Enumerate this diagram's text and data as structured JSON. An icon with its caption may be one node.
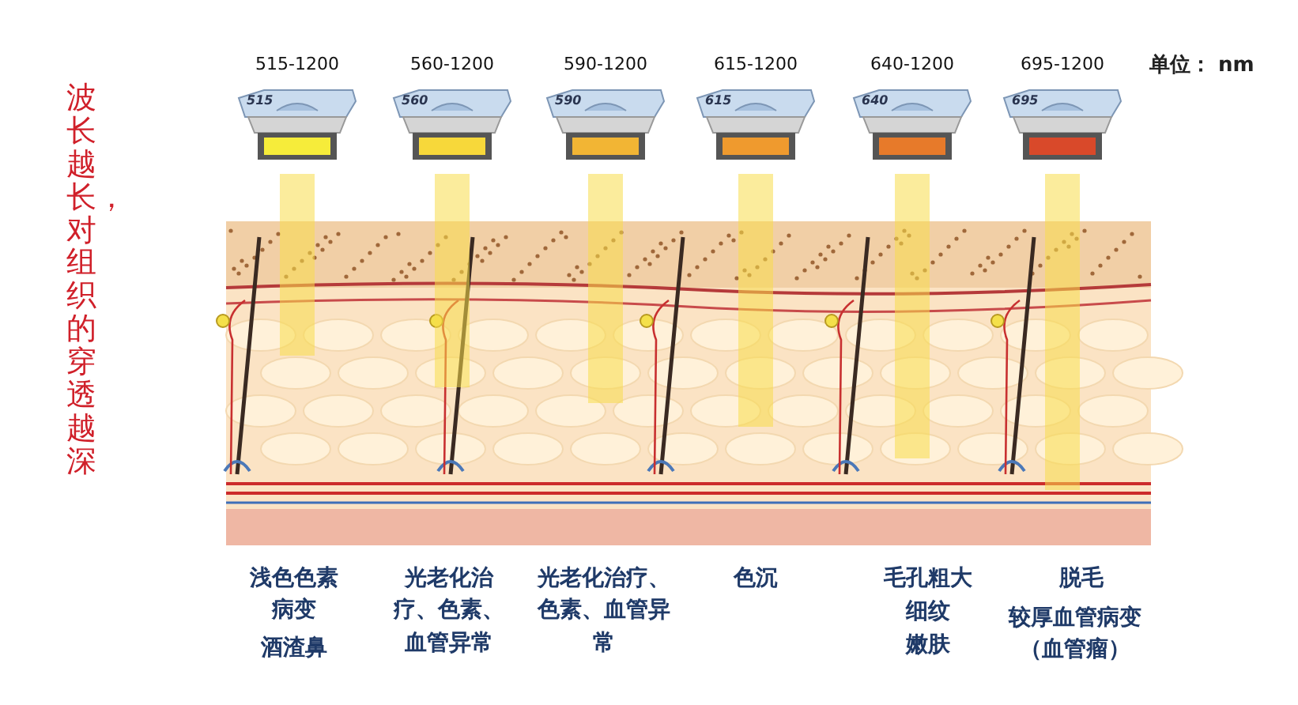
{
  "diagram": {
    "nodes": [
      {
        "text": [
          "515"
        ],
        "beside": [
          "515-1200"
        ]
      },
      {
        "text": [
          "560"
        ],
        "beside": [
          "560-1200"
        ]
      },
      {
        "text": [
          "590"
        ],
        "beside": [
          "590-1200"
        ]
      },
      {
        "text": [
          "615"
        ],
        "beside": [
          "615-1200"
        ]
      },
      {
        "text": [
          "640"
        ],
        "beside": [
          "640-1200"
        ]
      },
      {
        "text": [
          "695"
        ],
        "beside": [
          "695-1200"
        ]
      }
    ],
    "edges": [],
    "labels": [
      "单位： nm",
      "波长越长，对组织的穿透越深",
      "浅色色素病变",
      "酒渣鼻",
      "光老化治疗、色素、血管异常",
      "光老化治疗、色素、血管异常",
      "色沉",
      "毛孔粗大",
      "细纹",
      "嫩肤",
      "脱毛",
      "较厚血管病变（血管瘤）"
    ]
  }
}
